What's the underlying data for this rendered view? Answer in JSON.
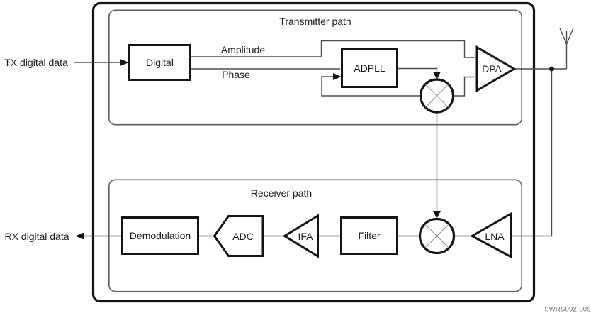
{
  "figure": {
    "code": "SWRS092-005",
    "io": {
      "tx_in": "TX digital data",
      "rx_out": "RX digital data"
    },
    "transmitter": {
      "title": "Transmitter path",
      "signal_amplitude": "Amplitude",
      "signal_phase": "Phase",
      "block_digital": "Digital",
      "block_adpll": "ADPLL",
      "block_dpa": "DPA"
    },
    "receiver": {
      "title": "Receiver path",
      "block_demodulation": "Demodulation",
      "block_adc": "ADC",
      "block_ifa": "IFA",
      "block_filter": "Filter",
      "block_lna": "LNA"
    },
    "colors": {
      "wire": "#4d4d4d",
      "panel_border": "#5f5f5f",
      "block_border": "#141414",
      "code_text": "#6e6e6e"
    }
  }
}
